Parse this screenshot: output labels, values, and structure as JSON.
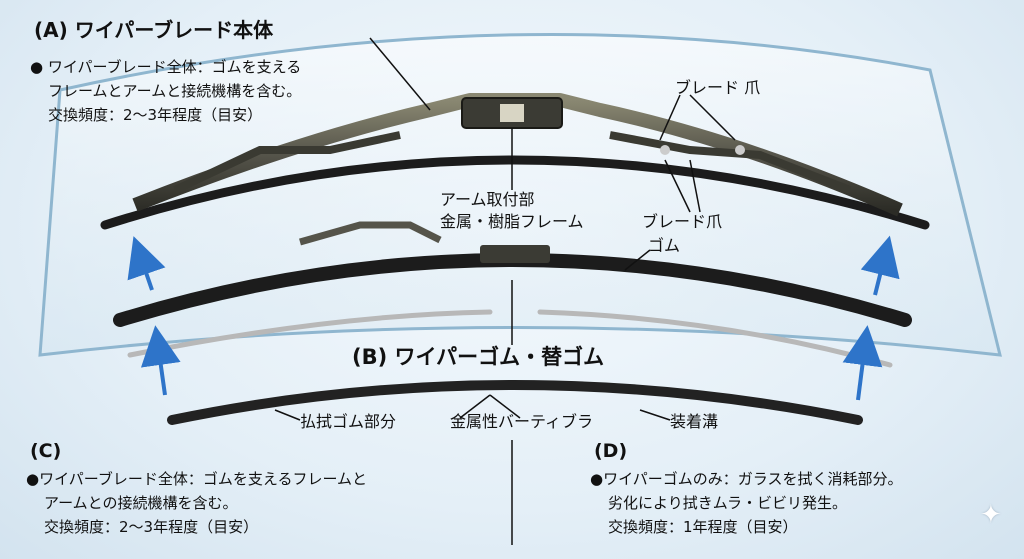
{
  "colors": {
    "glass_edge": "#8fb6cf",
    "frame": "#4a4a3e",
    "rubber": "#1c1c1c",
    "arrow": "#2e74c9",
    "strip": "#b8b8b8"
  },
  "section_a": {
    "title": "(A) ワイパーブレード本体",
    "desc": [
      "● ワイパーブレード全体：ゴムを支える",
      "フレームとアームと接続機構を含む。",
      "交換頻度：2〜3年程度（目安）"
    ]
  },
  "section_b": {
    "title": "(B) ワイパーゴム・替ゴム"
  },
  "section_c": {
    "title": "(C)",
    "desc": [
      "●ワイパーブレード全体：ゴムを支えるフレームと",
      "アームとの接続機構を含む。",
      "交換頻度：2〜3年程度（目安）"
    ]
  },
  "section_d": {
    "title": "(D)",
    "desc": [
      "●ワイパーゴムのみ：ガラスを拭く消耗部分。",
      "劣化により拭きムラ・ビビリ発生。",
      "交換頻度：1年程度（目安）"
    ]
  },
  "labels": {
    "blade_claw_top": "ブレード 爪",
    "arm_mount": "アーム取付部",
    "frame_material": "金属・樹脂フレーム",
    "blade_claw": "ブレード爪",
    "rubber": "ゴム",
    "wiping_rubber": "払拭ゴム部分",
    "metal_vertebra": "金属性バーティブラ",
    "groove": "装着溝"
  }
}
